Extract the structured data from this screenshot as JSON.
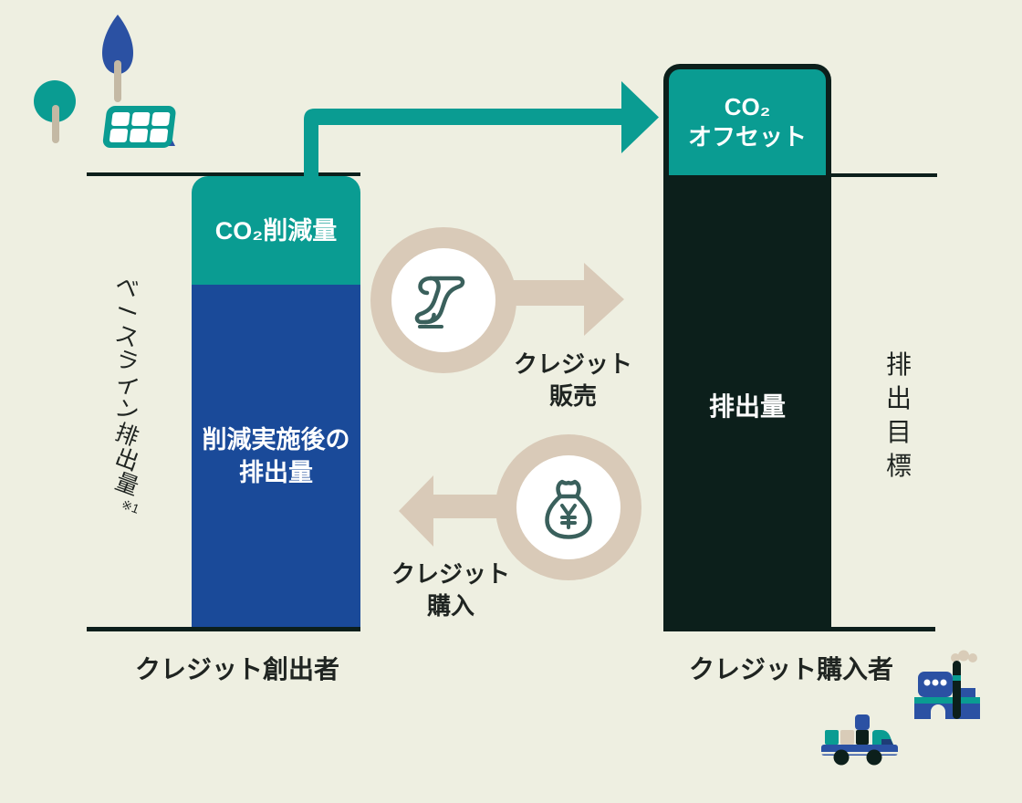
{
  "diagram_title": "carbon-credit-offset-scheme",
  "colors": {
    "background": "#EEEFE1",
    "teal": "#0A9C92",
    "bar_blue": "#1A4A99",
    "decor_blue": "#2B51A3",
    "dark": "#0C1F1B",
    "arrow_beige": "#D9CAB8",
    "trunk_beige": "#C4B9A4",
    "icon_stroke": "#3A605C",
    "text": "#1F2421",
    "white": "#FFFFFF"
  },
  "creator": {
    "baseline_label": "ベースライン排出量",
    "baseline_note": "※1",
    "co2_reduction_label": "CO₂削減量",
    "post_reduction_line1": "削減実施後の",
    "post_reduction_line2": "排出量",
    "actor": "クレジット創出者"
  },
  "purchaser": {
    "offset_line1": "CO₂",
    "offset_line2": "オフセット",
    "emission_label": "排出量",
    "target_label": "排出目標",
    "actor": "クレジット購入者"
  },
  "flows": {
    "sell_line1": "クレジット",
    "sell_line2": "販売",
    "buy_line1": "クレジット",
    "buy_line2": "購入"
  },
  "icons": {
    "sell": "certificate-scroll-icon",
    "buy": "money-bag-yen-icon",
    "transfer": "teal-offset-arrow",
    "decorations": [
      "round-tree-icon",
      "poplar-tree-icon",
      "solar-panel-icon",
      "factory-icon",
      "truck-icon"
    ]
  }
}
